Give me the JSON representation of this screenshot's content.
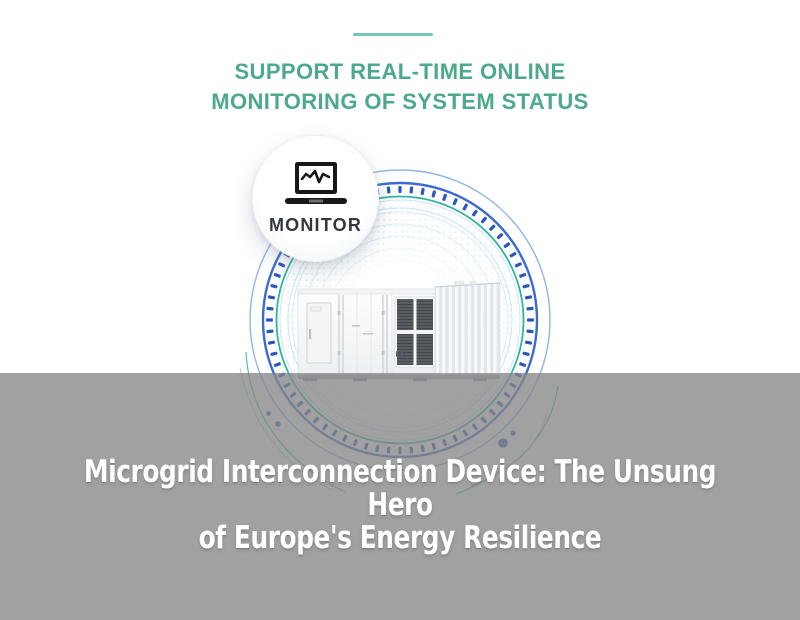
{
  "header": {
    "title_line1": "SUPPORT REAL-TIME ONLINE",
    "title_line2": "MONITORING OF SYSTEM STATUS"
  },
  "badge": {
    "label": "MONITOR",
    "icon": "laptop-monitor-icon"
  },
  "overlay": {
    "headline_line1": "Microgrid Interconnection Device: The Unsung Hero",
    "headline_line2": "of Europe's Energy Resilience"
  },
  "colors": {
    "accent_teal_dash": "#76c4b9",
    "heading_green": "#4caa88",
    "ring_outer_blue": "#8fb6e2",
    "ring_blue": "#3b6bd2",
    "ring_teal": "#2eb3a4",
    "tick_blue": "#2b55c0",
    "deco_dot_blue": "#2e5fc9",
    "overlay_gray": "rgba(134,134,134,0.78)",
    "headline_white": "#ffffff",
    "icon_black": "#17181a",
    "badge_label_color": "#33383c"
  }
}
